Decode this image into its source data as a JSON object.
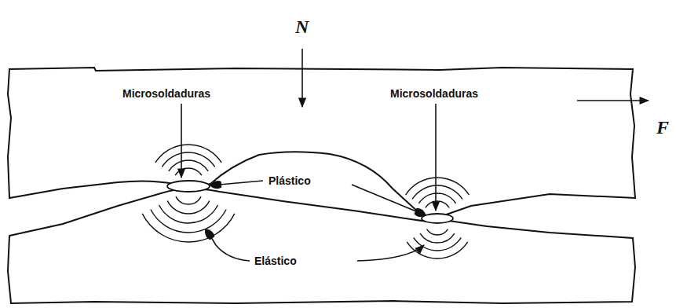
{
  "diagram": {
    "labels": [
      "N",
      "F",
      "Microsoldaduras",
      "Microsoldaduras",
      "Plástico",
      "Elástico"
    ]
  }
}
